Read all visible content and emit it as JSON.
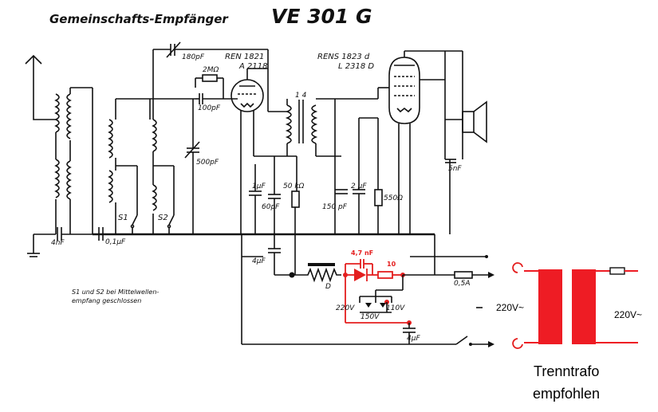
{
  "title": {
    "prefix": "Gemeinschafts-Empfänger",
    "model": "VE 301 G"
  },
  "tubes": {
    "detector": {
      "line1": "REN 1821",
      "line2": "A 2118"
    },
    "output": {
      "line1": "RENS 1823 d",
      "line2": "L 2318 D"
    }
  },
  "components": {
    "c_180pf": "180pF",
    "r_2mohm": "2MΩ",
    "c_100pf": "100pF",
    "c_500pf": "500pF",
    "c_4nf": "4nF",
    "c_01uf": "0,1μF",
    "c_1uf": "1μF",
    "c_60pf": "60pF",
    "r_50k": "50 kΩ",
    "c_150pf": "150 pF",
    "c_2uf": "2 μF",
    "r_550": "550Ω",
    "c_5nf": "5nF",
    "c_4uf_top": "4μF",
    "c_4uf_bottom": "4μF",
    "r_d": "D",
    "fuse": "0,5A",
    "trafo_pins": "1  4",
    "s1": "S1",
    "s2": "S2",
    "tap_220": "220V",
    "tap_110": "110V",
    "tap_150": "150V"
  },
  "modification": {
    "color": "#e41e1e",
    "cap_label": "4,7 nF",
    "res_label": "10"
  },
  "note": {
    "line1": "S1 und S2 bei Mittelwellen-",
    "line2": "empfang geschlossen"
  },
  "transformer": {
    "color": "#ee1c24",
    "left_voltage": "220V~",
    "right_voltage": "220V~",
    "caption_line1": "Trenntrafo",
    "caption_line2": "empfohlen"
  }
}
